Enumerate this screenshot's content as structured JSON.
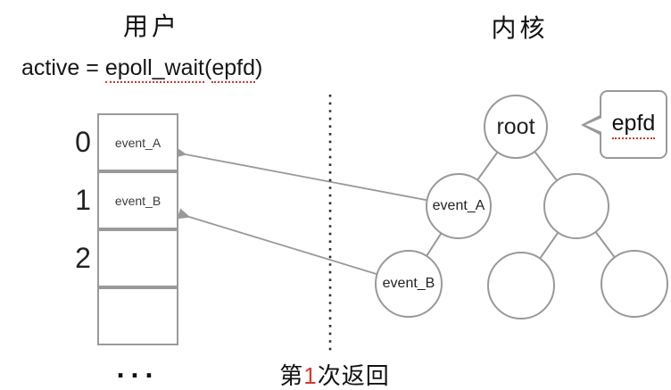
{
  "titles": {
    "user": "用户",
    "kernel": "内核"
  },
  "code_line": {
    "prefix": "active = ",
    "fn": "epoll_wait",
    "open": "(",
    "arg": "epfd",
    "close": ")"
  },
  "array": {
    "cells": [
      {
        "index": "0",
        "label": "event_A"
      },
      {
        "index": "1",
        "label": "event_B"
      },
      {
        "index": "2",
        "label": ""
      },
      {
        "index": "",
        "label": ""
      }
    ],
    "ellipsis": "..."
  },
  "tree": {
    "root": "root",
    "event_a": "event_A",
    "event_b": "event_B"
  },
  "bubble": {
    "label": "epfd"
  },
  "caption": {
    "pre": "第",
    "num": "1",
    "post": "次返回"
  },
  "colors": {
    "line_gray": "#999999",
    "divider_dark": "#2f2f2f",
    "accent_red": "#d63a2c",
    "text": "#1a1a1a"
  }
}
